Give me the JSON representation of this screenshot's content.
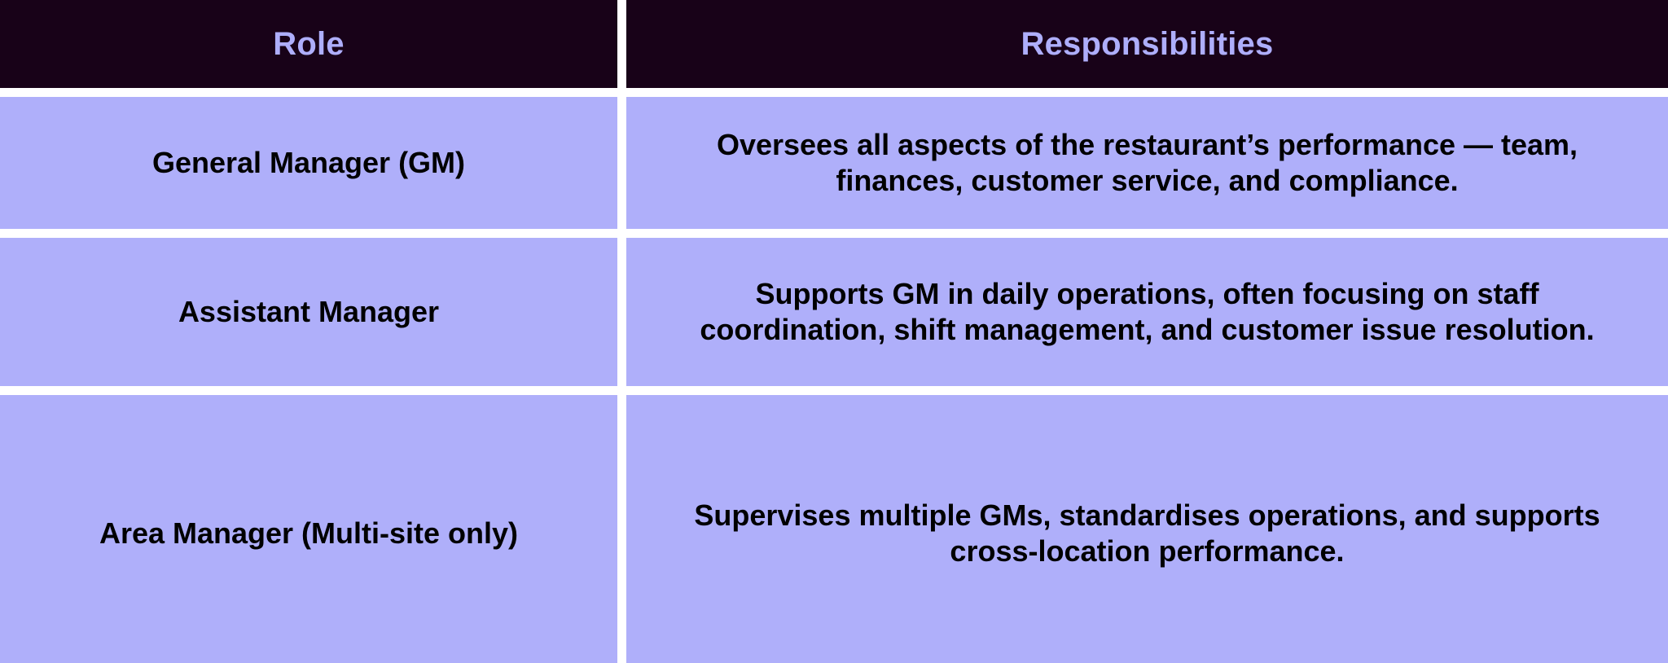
{
  "table": {
    "columns": [
      {
        "key": "role",
        "header": "Role"
      },
      {
        "key": "responsibilities",
        "header": "Responsibilities"
      }
    ],
    "header_background": "#180218",
    "header_text_color": "#aeaefb",
    "row_background": "#afaffa",
    "row_text_color": "#000000",
    "grid_gap_color": "#ffffff",
    "rows": [
      {
        "role": "General Manager (GM)",
        "responsibilities": "Oversees all aspects of the restaurant’s performance — team, finances, customer service, and compliance."
      },
      {
        "role": "Assistant Manager",
        "responsibilities": "Supports GM in daily operations, often focusing on staff coordination, shift management, and customer issue resolution."
      },
      {
        "role": "Area Manager (Multi-site only)",
        "responsibilities": "Supervises multiple GMs, standardises operations, and supports cross-location performance."
      }
    ]
  }
}
